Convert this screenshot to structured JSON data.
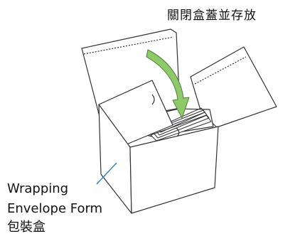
{
  "diagram": {
    "instruction_text": "關閉盒蓋並存放",
    "callout": {
      "line1": "Wrapping",
      "line2": "Envelope Form",
      "line3": "包裝盒"
    },
    "colors": {
      "stroke": "#333333",
      "box_fill": "#ffffff",
      "arrow_fill": "#8fca6a",
      "arrow_stroke": "#4d7f33",
      "callout_line": "#2f7fc1"
    },
    "icons": {
      "arrow": "curved-down-arrow",
      "box": "open-cardboard-box"
    }
  }
}
